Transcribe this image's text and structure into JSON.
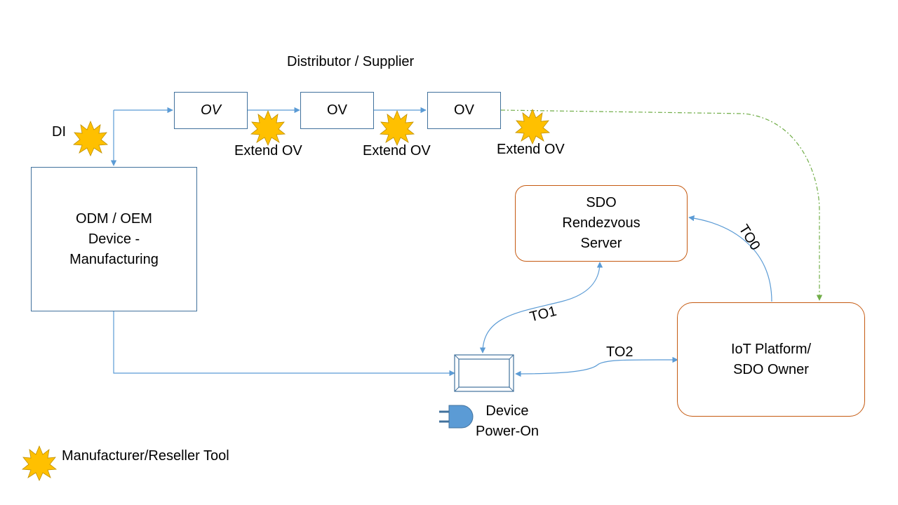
{
  "title": "Distributor / Supplier",
  "di_label": "DI",
  "ov_boxes": [
    "OV",
    "OV",
    "OV"
  ],
  "extend_labels": [
    "Extend OV",
    "Extend OV",
    "Extend OV"
  ],
  "odm_box": "ODM / OEM\nDevice -\nManufacturing",
  "rendezvous_box": "SDO\nRendezvous\nServer",
  "owner_box": "IoT Platform/\nSDO Owner",
  "device_label": "Device\nPower-On",
  "edges": {
    "to0": "TO0",
    "to1": "TO1",
    "to2": "TO2"
  },
  "legend": {
    "label": "Manufacturer/Reseller Tool",
    "icon": "starburst-icon"
  },
  "colors": {
    "line_blue": "#5b9bd5",
    "box_blue": "#41719c",
    "box_orange": "#c55a11",
    "dash_green": "#70ad47",
    "star_fill": "#ffc000",
    "plug_fill": "#5b9bd5"
  }
}
